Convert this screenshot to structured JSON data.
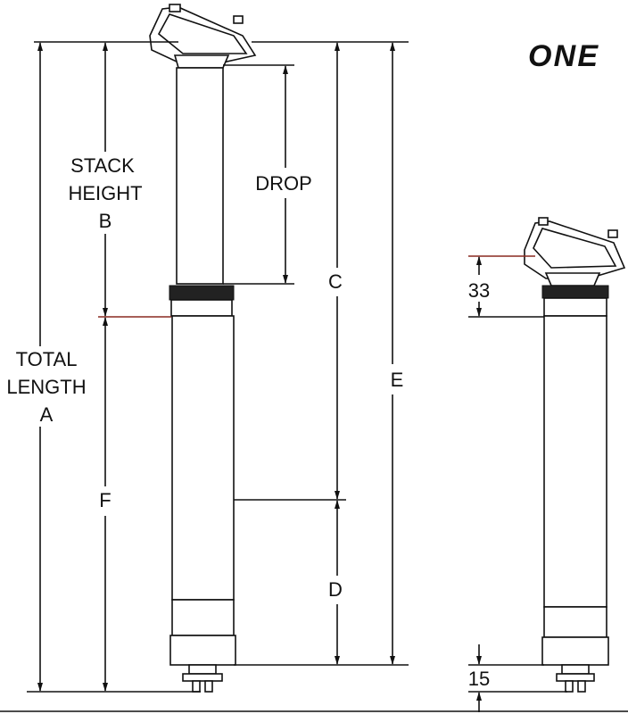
{
  "logo": "ONE",
  "labels": {
    "stack_height": [
      "STACK",
      "HEIGHT",
      "B"
    ],
    "total_length": [
      "TOTAL",
      "LENGTH",
      "A"
    ],
    "drop": "DROP",
    "c": "C",
    "d": "D",
    "e": "E",
    "f": "F",
    "head_height": "33",
    "base_height": "15"
  }
}
